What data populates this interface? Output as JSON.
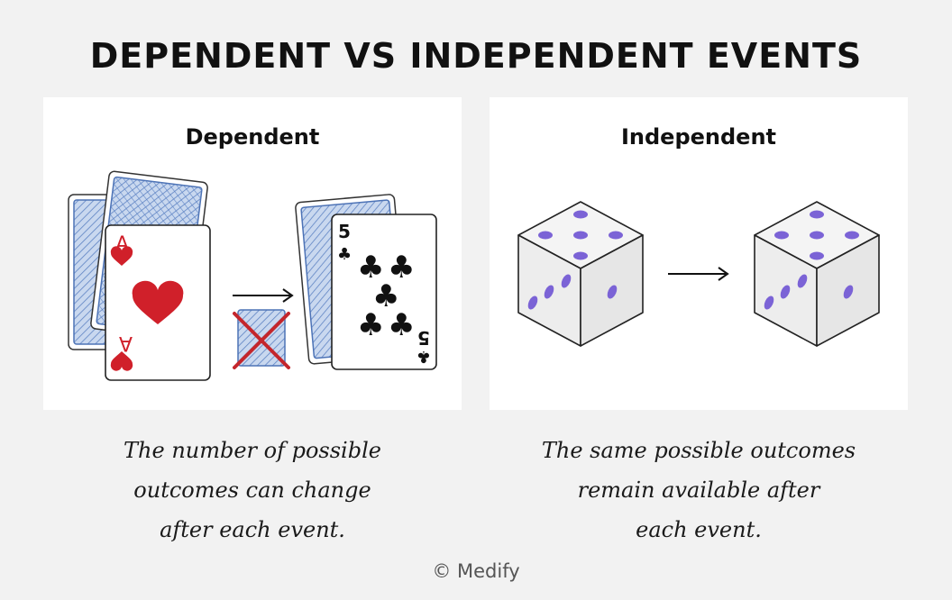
{
  "title": "DEPENDENT VS INDEPENDENT EVENTS",
  "dependent": {
    "heading": "Dependent",
    "card_ace_rank": "A",
    "card_five_rank": "5",
    "caption_lines": [
      "The number of possible",
      "outcomes can change",
      "after each event."
    ]
  },
  "independent": {
    "heading": "Independent",
    "caption_lines": [
      "The same possible outcomes",
      "remain available after",
      "each event."
    ]
  },
  "copyright": "© Medify",
  "colors": {
    "card_back": "#9db8de",
    "card_back_border": "#4d73b6",
    "heart_red": "#d0202a",
    "cross_red": "#c4262c",
    "pip_purple": "#7b63d6",
    "panel_bg": "#ffffff",
    "page_bg": "#f2f2f2"
  }
}
